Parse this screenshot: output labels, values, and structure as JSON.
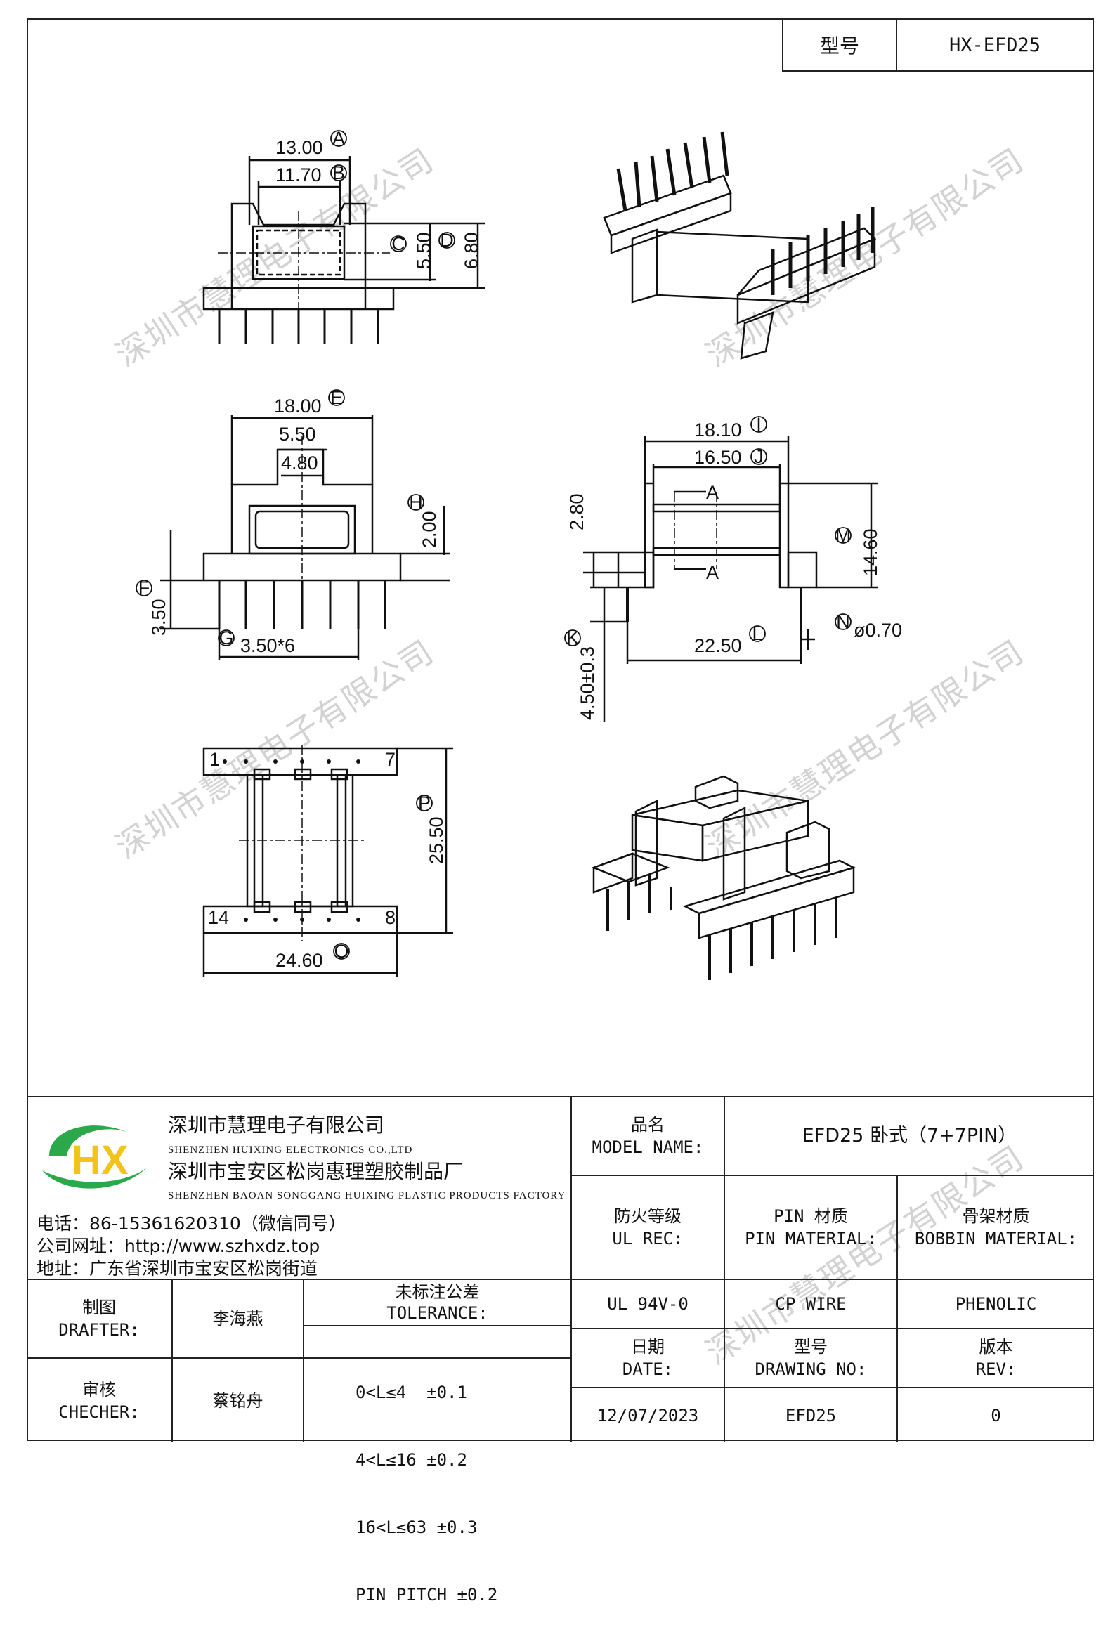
{
  "model_label": "型号",
  "model_value": "HX-EFD25",
  "dimensions": {
    "a": "13.00",
    "b": "11.70",
    "c": "5.50",
    "d": "6.80",
    "e": "18.00",
    "e2": "5.50",
    "e3": "4.80",
    "h": "2.00",
    "f": "3.50",
    "g": "3.50*6",
    "i": "18.10",
    "j": "16.50",
    "k28": "2.80",
    "m": "14.60",
    "k": "4.50±0.3",
    "l": "22.50",
    "n": "ø0.70",
    "p": "25.50",
    "o": "24.60",
    "sec": "A"
  },
  "circle_labels": {
    "a": "A",
    "b": "B",
    "c": "C",
    "d": "D",
    "e": "E",
    "f": "F",
    "g": "G",
    "h": "H",
    "i": "I",
    "j": "J",
    "k": "K",
    "l": "L",
    "m": "M",
    "n": "N",
    "o": "O",
    "p": "P"
  },
  "pin_labels": {
    "p1": "1",
    "p7": "7",
    "p14": "14",
    "p8": "8"
  },
  "watermark": "深圳市慧理电子有限公司",
  "company": {
    "name_cn": "深圳市慧理电子有限公司",
    "name_en": "SHENZHEN HUIXING ELECTRONICS CO.,LTD",
    "factory_cn": "深圳市宝安区松岗惠理塑胶制品厂",
    "factory_en": "SHENZHEN BAOAN SONGGANG HUIXING PLASTIC PRODUCTS FACTORY",
    "phone": "电话：86-15361620310（微信同号）",
    "web": "公司网址：http://www.szhxdz.top",
    "address": "地址：广东省深圳市宝安区松岗街道",
    "logo_text": "HX"
  },
  "title_block": {
    "model_name_cn": "品名",
    "model_name_en": "MODEL NAME:",
    "model_name_value": "EFD25 卧式（7+7PIN）",
    "ul_cn": "防火等级",
    "ul_en": "UL REC:",
    "pin_mat_cn": "PIN 材质",
    "pin_mat_en": "PIN MATERIAL:",
    "bobbin_cn": "骨架材质",
    "bobbin_en": "BOBBIN MATERIAL:",
    "ul_value": "UL 94V-0",
    "pin_value": "CP WIRE",
    "bobbin_value": "PHENOLIC",
    "date_cn": "日期",
    "date_en": "DATE:",
    "dwg_cn": "型号",
    "dwg_en": "DRAWING NO:",
    "rev_cn": "版本",
    "rev_en": "REV:",
    "date_value": "12/07/2023",
    "dwg_value": "EFD25",
    "rev_value": "0",
    "drafter_cn": "制图",
    "drafter_en": "DRAFTER:",
    "drafter_name": "李海燕",
    "checker_cn": "审核",
    "checker_en": "CHECHER:",
    "checker_name": "蔡铭舟",
    "tol_cn": "未标注公差",
    "tol_en": "TOLERANCE:",
    "tol_lines": [
      "0<L≤4  ±0.1",
      "4<L≤16 ±0.2",
      "16<L≤63 ±0.3",
      "PIN PITCH ±0.2"
    ]
  }
}
